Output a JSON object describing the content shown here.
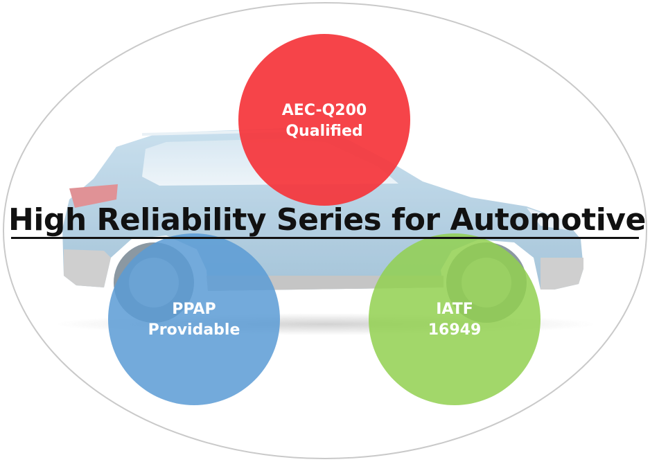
{
  "headline": "High Reliability Series for Automotive",
  "circles": {
    "aec": {
      "line1": "AEC-Q200",
      "line2": "Qualified",
      "color": "#f5363b"
    },
    "ppap": {
      "line1": "PPAP",
      "line2": "Providable",
      "color": "#5b9bd5"
    },
    "iatf": {
      "line1": "IATF",
      "line2": "16949",
      "color": "#92d050"
    }
  },
  "colors": {
    "ellipse_stroke": "#c9c9c9",
    "car_body": "#a6c9e0",
    "car_lower": "#c4c4c4"
  }
}
